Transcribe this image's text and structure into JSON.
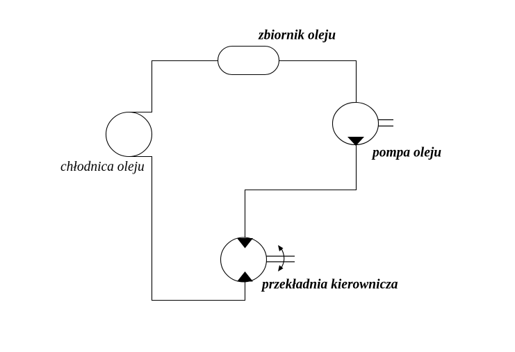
{
  "labels": {
    "tank": "zbiornik oleju",
    "pump": "pompa oleju",
    "cooler": "chłodnica oleju",
    "steering_gear": "przekładnia kierownicza"
  },
  "colors": {
    "background": "#ffffff",
    "line": "#000000",
    "text": "#000000"
  }
}
